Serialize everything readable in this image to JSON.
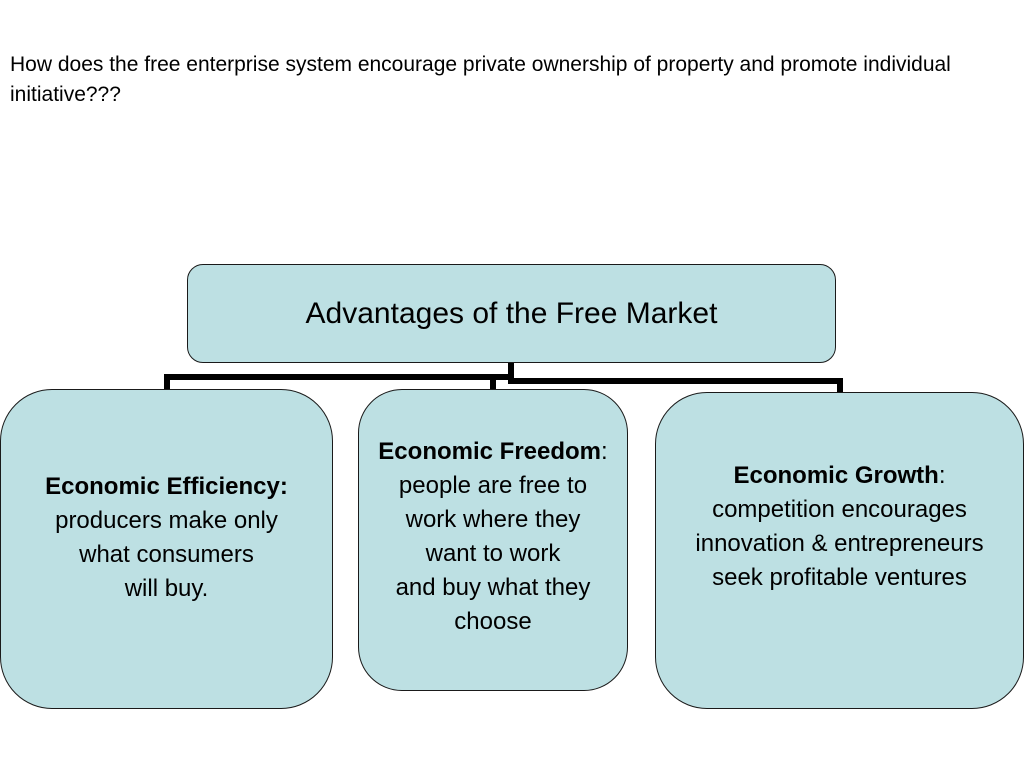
{
  "question": "How does the free enterprise system encourage private ownership of property and promote individual initiative???",
  "root": {
    "label": "Advantages of the Free Market"
  },
  "children": [
    {
      "heading": "Economic Efficiency:",
      "suffix": "",
      "lines": [
        "producers make only",
        "what consumers",
        "will buy."
      ]
    },
    {
      "heading": "Economic Freedom",
      "suffix": ":",
      "lines": [
        "people are free to",
        "work where they",
        "want to work",
        "and buy what they",
        "choose"
      ]
    },
    {
      "heading": "Economic Growth",
      "suffix": ":",
      "lines": [
        "competition encourages",
        "innovation & entrepreneurs",
        "seek profitable ventures"
      ]
    }
  ],
  "colors": {
    "box_fill": "#bde0e3",
    "border": "#1a1a1a",
    "connector": "#000000"
  }
}
